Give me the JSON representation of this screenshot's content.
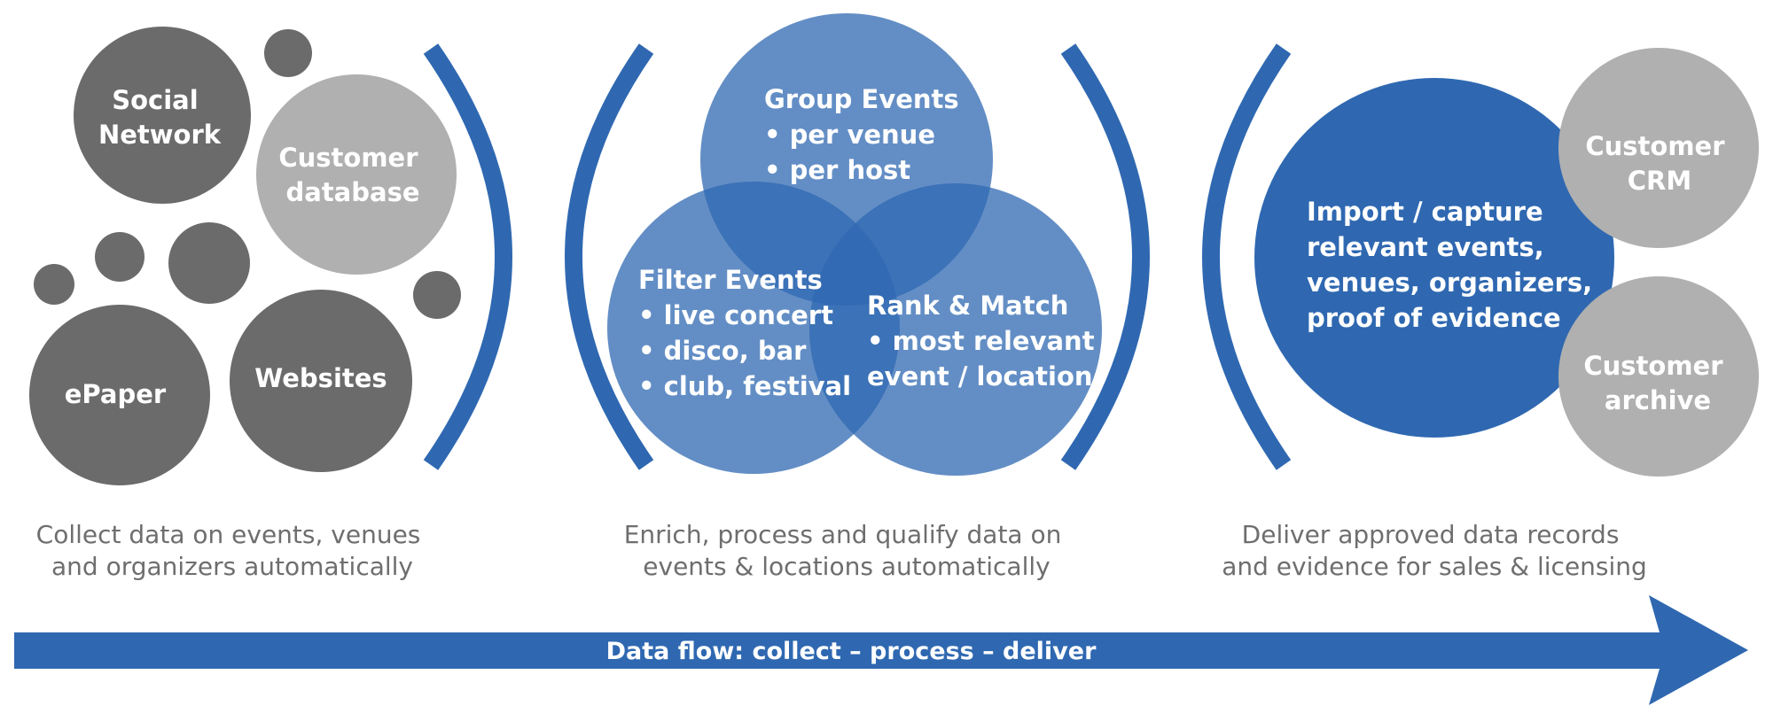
{
  "colors": {
    "dark_gray": "#6b6b6b",
    "light_gray": "#b0b0b0",
    "blue": "#2f68b1",
    "blue_translucent": "#2f68b1",
    "caption_text": "#6e6e6e"
  },
  "collect": {
    "social_network": [
      "Social",
      "Network"
    ],
    "customer_database": [
      "Customer",
      "database"
    ],
    "epaper": [
      "ePaper"
    ],
    "websites": [
      "Websites"
    ],
    "caption": [
      "Collect data on events, venues",
      "and organizers automatically"
    ]
  },
  "process": {
    "group_events": [
      "Group Events",
      "• per venue",
      "• per host"
    ],
    "filter_events": [
      "Filter Events",
      "• live concert",
      "• disco, bar",
      "• club, festival"
    ],
    "rank_match": [
      "Rank & Match",
      "• most relevant",
      "event / location"
    ],
    "caption": [
      "Enrich, process and qualify data on",
      "events & locations automatically"
    ]
  },
  "deliver": {
    "import_capture": [
      "Import / capture",
      "relevant events,",
      "venues, organizers,",
      "proof of evidence"
    ],
    "customer_crm": [
      "Customer",
      "CRM"
    ],
    "customer_archive": [
      "Customer",
      "archive"
    ],
    "caption": [
      "Deliver approved data records",
      "and evidence for sales & licensing"
    ]
  },
  "flow_arrow": {
    "label": "Data flow: collect – process – deliver"
  }
}
